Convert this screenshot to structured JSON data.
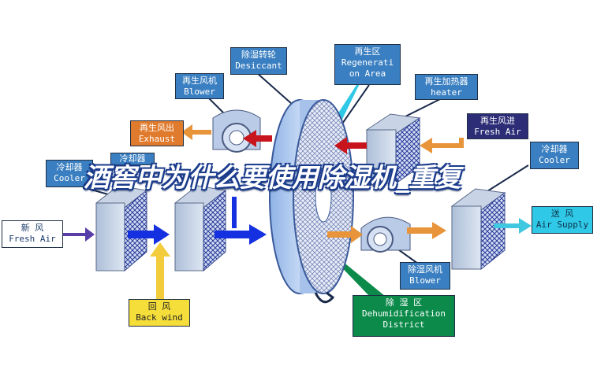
{
  "title": "酒窖中为什么要使用除湿机_重复",
  "labels": {
    "desiccant": {
      "zh": "除湿转轮",
      "en": "Desiccant"
    },
    "regeneration_area": {
      "zh": "再生区",
      "en": "Regenerati",
      "en2": "on Area"
    },
    "regen_blower": {
      "zh": "再生风机",
      "en": "Blower"
    },
    "regen_heater": {
      "zh": "再生加热器",
      "en": "heater"
    },
    "exhaust": {
      "zh": "再生风出",
      "en": "Exhaust"
    },
    "fresh_air_regen": {
      "zh": "再生风进",
      "en": "Fresh Air"
    },
    "cooler_left": {
      "zh": "冷却器",
      "en": "Cooler"
    },
    "cooler_mid": {
      "zh": "冷却器"
    },
    "cooler_right": {
      "zh": "冷却器",
      "en": "Cooler"
    },
    "fresh_air_in": {
      "zh": "新  风",
      "en": "Fresh Air"
    },
    "air_supply": {
      "zh": "送  风",
      "en": "Air Supply"
    },
    "process_blower": {
      "zh": "除湿风机",
      "en": "Blower"
    },
    "back_wind": {
      "zh": "回    风",
      "en": "Back wind"
    },
    "dehumid_district": {
      "zh": "除   湿   区",
      "en": "Dehumidification",
      "en2": "District"
    }
  },
  "colors": {
    "label_blue": "#3a7fc1",
    "label_orange": "#e07a2c",
    "label_navy": "#2d2d77",
    "label_green": "#0b8a4a",
    "label_cyan": "#2fc8e6",
    "label_yellow": "#f5dd3a",
    "arrow_blue": "#1530e0",
    "arrow_orange": "#e8943a",
    "arrow_red": "#c8141c",
    "arrow_purple": "#5a3ea8",
    "arrow_yellow": "#f2cc3a",
    "arrow_cyan": "#3fc8e0",
    "title_outline": "#1b3c8c"
  }
}
